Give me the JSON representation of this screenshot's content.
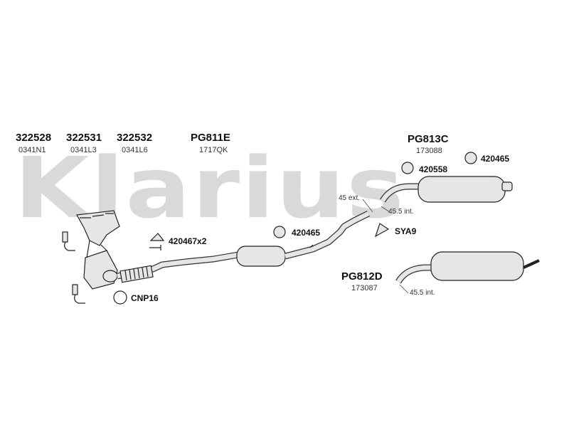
{
  "watermark": {
    "brand": "Klarius"
  },
  "colors": {
    "watermark": "#d9d9d9",
    "part_outline": "#222222",
    "part_fill": "#e6e6e6"
  },
  "catalysts": [
    {
      "code": "322528",
      "ref": "0341N1"
    },
    {
      "code": "322531",
      "ref": "0341L3"
    },
    {
      "code": "322532",
      "ref": "0341L6"
    }
  ],
  "front_pipe": {
    "code": "PG811E",
    "ref": "1717QK"
  },
  "rear_silencer_upper": {
    "code": "PG813C",
    "ref": "173088"
  },
  "rear_silencer_lower": {
    "code": "PG812D",
    "ref": "173087"
  },
  "accessories": {
    "mount_pair": "420467x2",
    "mount_center": "420465",
    "mount_top_right": "420465",
    "clamp_rear": "420558",
    "clamp_joint": "SYA9",
    "clamp_front": "CNP16"
  },
  "dimensions": {
    "ext": "45 ext.",
    "int_upper": "45.5 int.",
    "int_lower": "45.5 int."
  }
}
